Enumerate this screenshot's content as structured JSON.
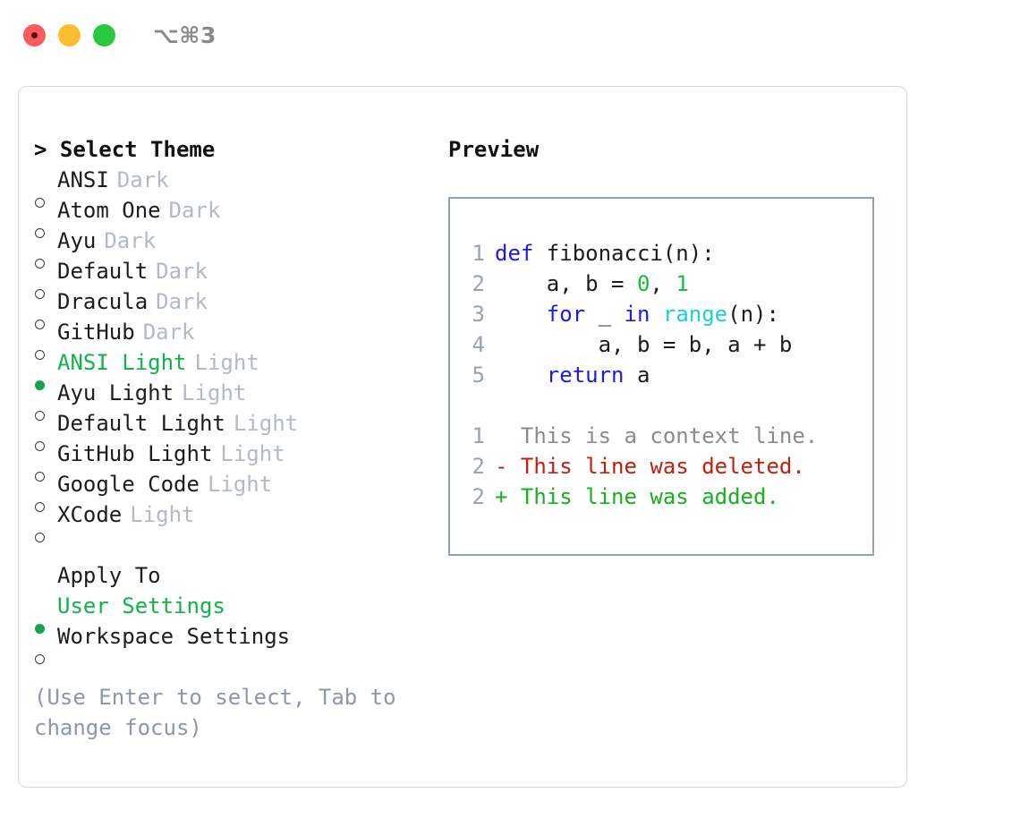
{
  "window": {
    "shortcut": "⌥⌘3",
    "traffic_lights": [
      {
        "name": "close",
        "color": "#fc5b5b"
      },
      {
        "name": "minimize",
        "color": "#fcbd2e"
      },
      {
        "name": "maximize",
        "color": "#28c940"
      }
    ]
  },
  "theme_picker": {
    "heading": "> Select Theme",
    "items": [
      {
        "marker": "○",
        "name": "ANSI",
        "variant": "Dark",
        "selected": false
      },
      {
        "marker": "○",
        "name": "Atom One",
        "variant": "Dark",
        "selected": false
      },
      {
        "marker": "○",
        "name": "Ayu",
        "variant": "Dark",
        "selected": false
      },
      {
        "marker": "○",
        "name": "Default",
        "variant": "Dark",
        "selected": false
      },
      {
        "marker": "○",
        "name": "Dracula",
        "variant": "Dark",
        "selected": false
      },
      {
        "marker": "○",
        "name": "GitHub",
        "variant": "Dark",
        "selected": false
      },
      {
        "marker": "●",
        "name": "ANSI Light",
        "variant": "Light",
        "selected": true
      },
      {
        "marker": "○",
        "name": "Ayu Light",
        "variant": "Light",
        "selected": false
      },
      {
        "marker": "○",
        "name": "Default Light",
        "variant": "Light",
        "selected": false
      },
      {
        "marker": "○",
        "name": "GitHub Light",
        "variant": "Light",
        "selected": false
      },
      {
        "marker": "○",
        "name": "Google Code",
        "variant": "Light",
        "selected": false
      },
      {
        "marker": "○",
        "name": "XCode",
        "variant": "Light",
        "selected": false
      }
    ]
  },
  "apply_to": {
    "heading": "Apply To",
    "options": [
      {
        "marker": "●",
        "label": "User Settings",
        "selected": true
      },
      {
        "marker": "○",
        "label": "Workspace Settings",
        "selected": false
      }
    ]
  },
  "hint": "(Use Enter to select, Tab to change focus)",
  "preview": {
    "title": "Preview",
    "code_lines": [
      {
        "lno": "1",
        "segments": [
          {
            "text": "def ",
            "kind": "kw"
          },
          {
            "text": "fibonacci(n):",
            "kind": "plain"
          }
        ]
      },
      {
        "lno": "2",
        "segments": [
          {
            "text": "    a, b = ",
            "kind": "plain"
          },
          {
            "text": "0",
            "kind": "num"
          },
          {
            "text": ", ",
            "kind": "plain"
          },
          {
            "text": "1",
            "kind": "num"
          }
        ]
      },
      {
        "lno": "3",
        "segments": [
          {
            "text": "    ",
            "kind": "plain"
          },
          {
            "text": "for",
            "kind": "kw"
          },
          {
            "text": " _ ",
            "kind": "plain"
          },
          {
            "text": "in",
            "kind": "kw"
          },
          {
            "text": " ",
            "kind": "plain"
          },
          {
            "text": "range",
            "kind": "fn"
          },
          {
            "text": "(n):",
            "kind": "plain"
          }
        ]
      },
      {
        "lno": "4",
        "segments": [
          {
            "text": "        a, b = b, a + b",
            "kind": "plain"
          }
        ]
      },
      {
        "lno": "5",
        "segments": [
          {
            "text": "    ",
            "kind": "plain"
          },
          {
            "text": "return",
            "kind": "kw"
          },
          {
            "text": " a",
            "kind": "plain"
          }
        ]
      }
    ],
    "diff_lines": [
      {
        "lno": "1",
        "sign": " ",
        "text": " This is a context line.",
        "kind": "context"
      },
      {
        "lno": "2",
        "sign": "-",
        "text": " This line was deleted.",
        "kind": "deleted"
      },
      {
        "lno": "2",
        "sign": "+",
        "text": " This line was added.",
        "kind": "added"
      }
    ]
  },
  "colors": {
    "accent_green": "#16a34a",
    "selected_text": "#12b24a",
    "muted": "#b3bac4",
    "hint": "#8e97a6",
    "keyword": "#1a1aee",
    "number": "#17bd3a",
    "function": "#1ccfd8",
    "line_number": "#9aa3ad",
    "diff_context": "#8b8b8b",
    "diff_deleted": "#c21f10",
    "diff_added": "#17b01e",
    "panel_border": "#94a3b3",
    "card_border": "#d5d8dd"
  }
}
